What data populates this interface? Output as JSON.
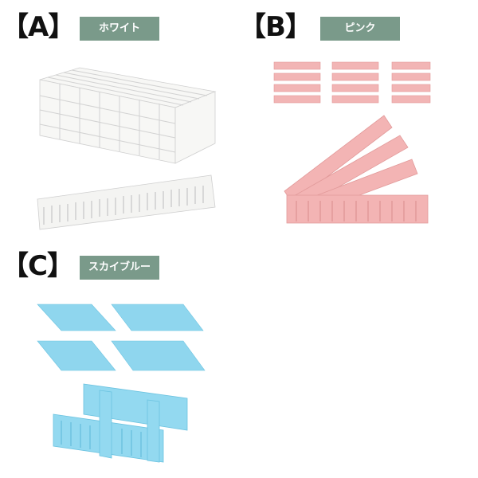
{
  "tag_color": "#7a9a8a",
  "variants": [
    {
      "id": "A",
      "label": "【A】",
      "name": "ホワイト",
      "color": "#f2f2f0"
    },
    {
      "id": "B",
      "label": "【B】",
      "name": "ピンク",
      "color": "#f0b2b2"
    },
    {
      "id": "C",
      "label": "【C】",
      "name": "スカイブルー",
      "color": "#8fd6ee"
    }
  ]
}
